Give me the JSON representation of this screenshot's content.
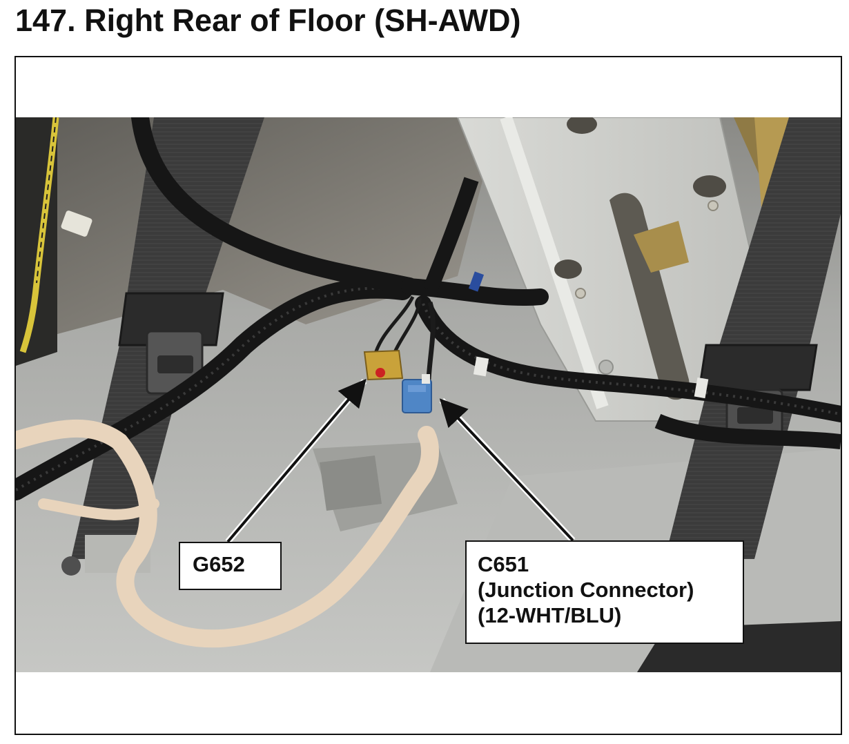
{
  "page": {
    "title": "147.  Right Rear of Floor (SH-AWD)"
  },
  "callouts": {
    "g652": {
      "label": "G652"
    },
    "c651": {
      "lines": [
        "C651",
        "(Junction Connector)",
        "(12-WHT/BLU)"
      ]
    }
  },
  "colors": {
    "text": "#111111",
    "frame_border": "#111111",
    "connector_body": "#4f86c6",
    "ground_terminal": "#c9a23a"
  },
  "icons": {
    "arrow_g652": "arrow-icon",
    "arrow_c651": "arrow-icon"
  }
}
